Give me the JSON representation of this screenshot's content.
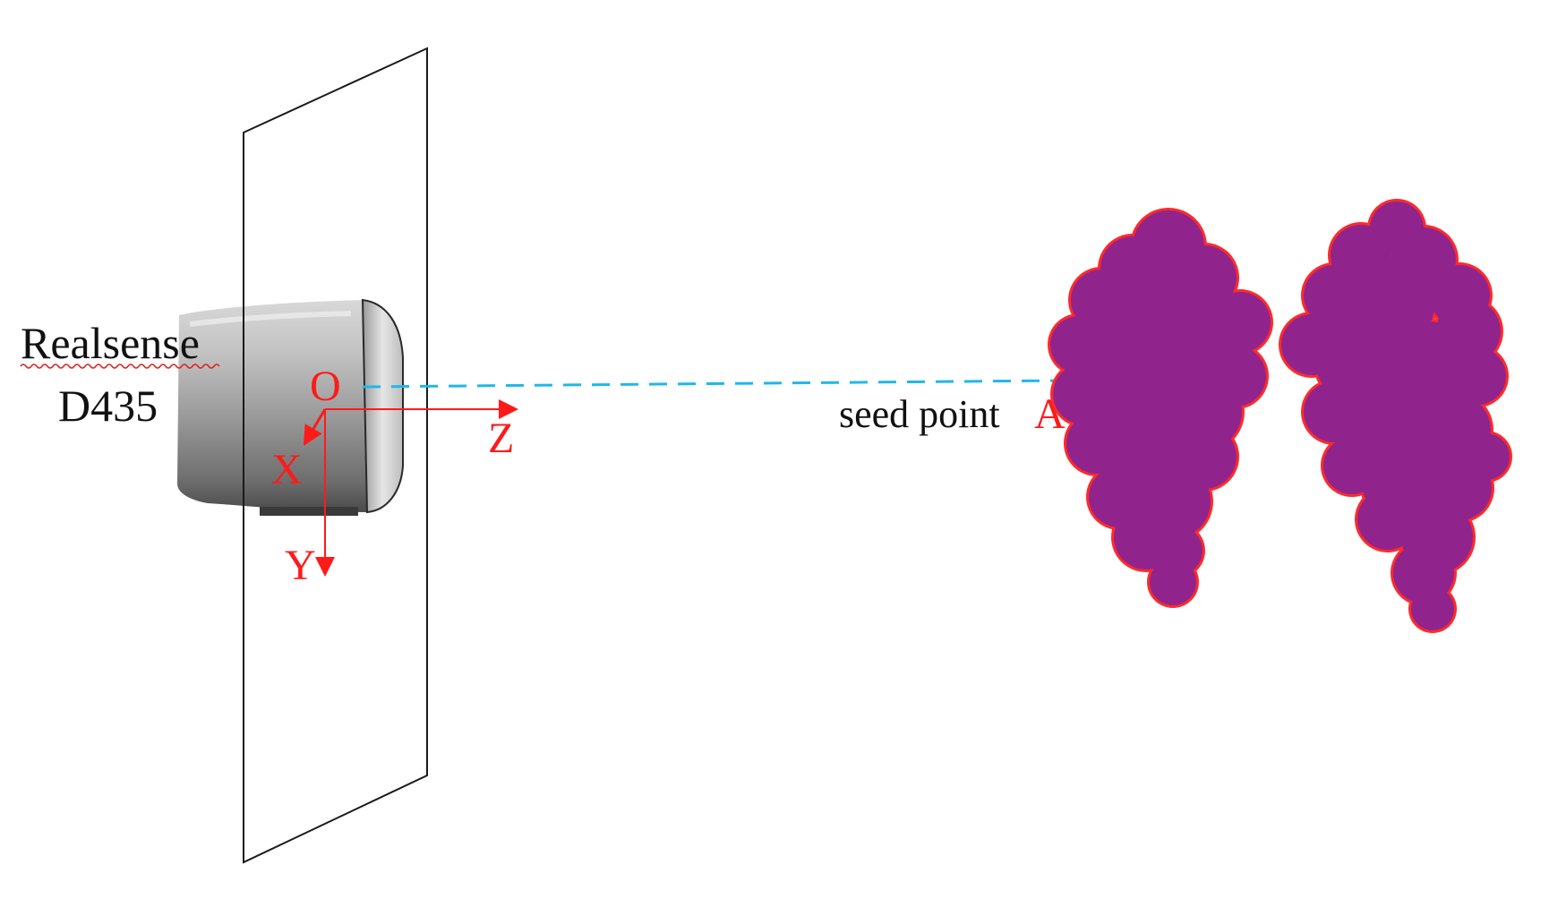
{
  "camera": {
    "name_line1": "Realsense",
    "name_line2": "D435",
    "body_icon": "depth-camera-icon"
  },
  "axes": {
    "origin": "O",
    "x": "X",
    "y": "Y",
    "z": "Z"
  },
  "seed": {
    "text": "seed point",
    "letter": "A"
  },
  "colors": {
    "axis": "#ff1a1a",
    "ray": "#1fb8e8",
    "grape_fill": "#90248c",
    "grape_outline": "#ff2a2a",
    "plane_stroke": "#1a1a1a",
    "spellcheck_underline": "#e02020"
  }
}
